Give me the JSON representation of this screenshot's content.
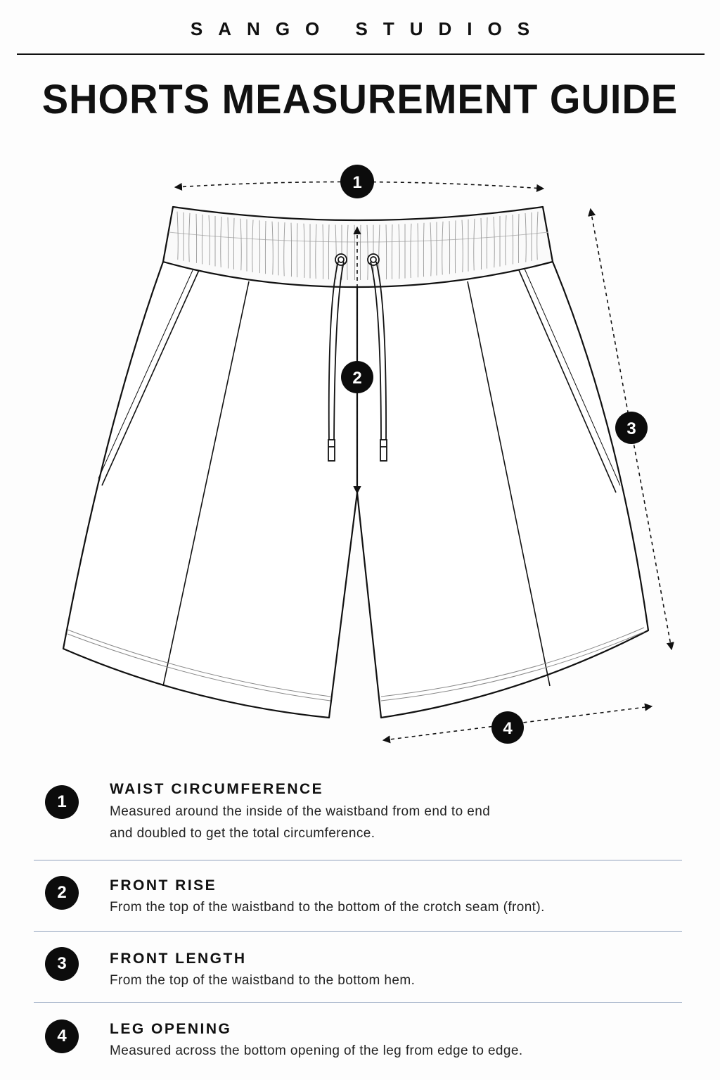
{
  "brand": "SANGO STUDIOS",
  "title": "SHORTS MEASUREMENT GUIDE",
  "diagram": {
    "markers": [
      "1",
      "2",
      "3",
      "4"
    ]
  },
  "measurements": [
    {
      "number": "1",
      "label": "WAIST CIRCUMFERENCE",
      "description_line1": "Measured around the inside of the waistband from end to end",
      "description_line2": "and doubled to get the total circumference."
    },
    {
      "number": "2",
      "label": "FRONT RISE",
      "description_line1": "From the top of the waistband to the bottom of the crotch seam (front).",
      "description_line2": ""
    },
    {
      "number": "3",
      "label": "FRONT LENGTH",
      "description_line1": "From the top of the waistband to the bottom hem.",
      "description_line2": ""
    },
    {
      "number": "4",
      "label": "LEG OPENING",
      "description_line1": "Measured across the bottom opening of the leg from edge to edge.",
      "description_line2": ""
    }
  ],
  "colors": {
    "ink": "#111111",
    "badge": "#0c0c0c",
    "divider": "#8fa0bc",
    "background": "#fdfdfd"
  }
}
